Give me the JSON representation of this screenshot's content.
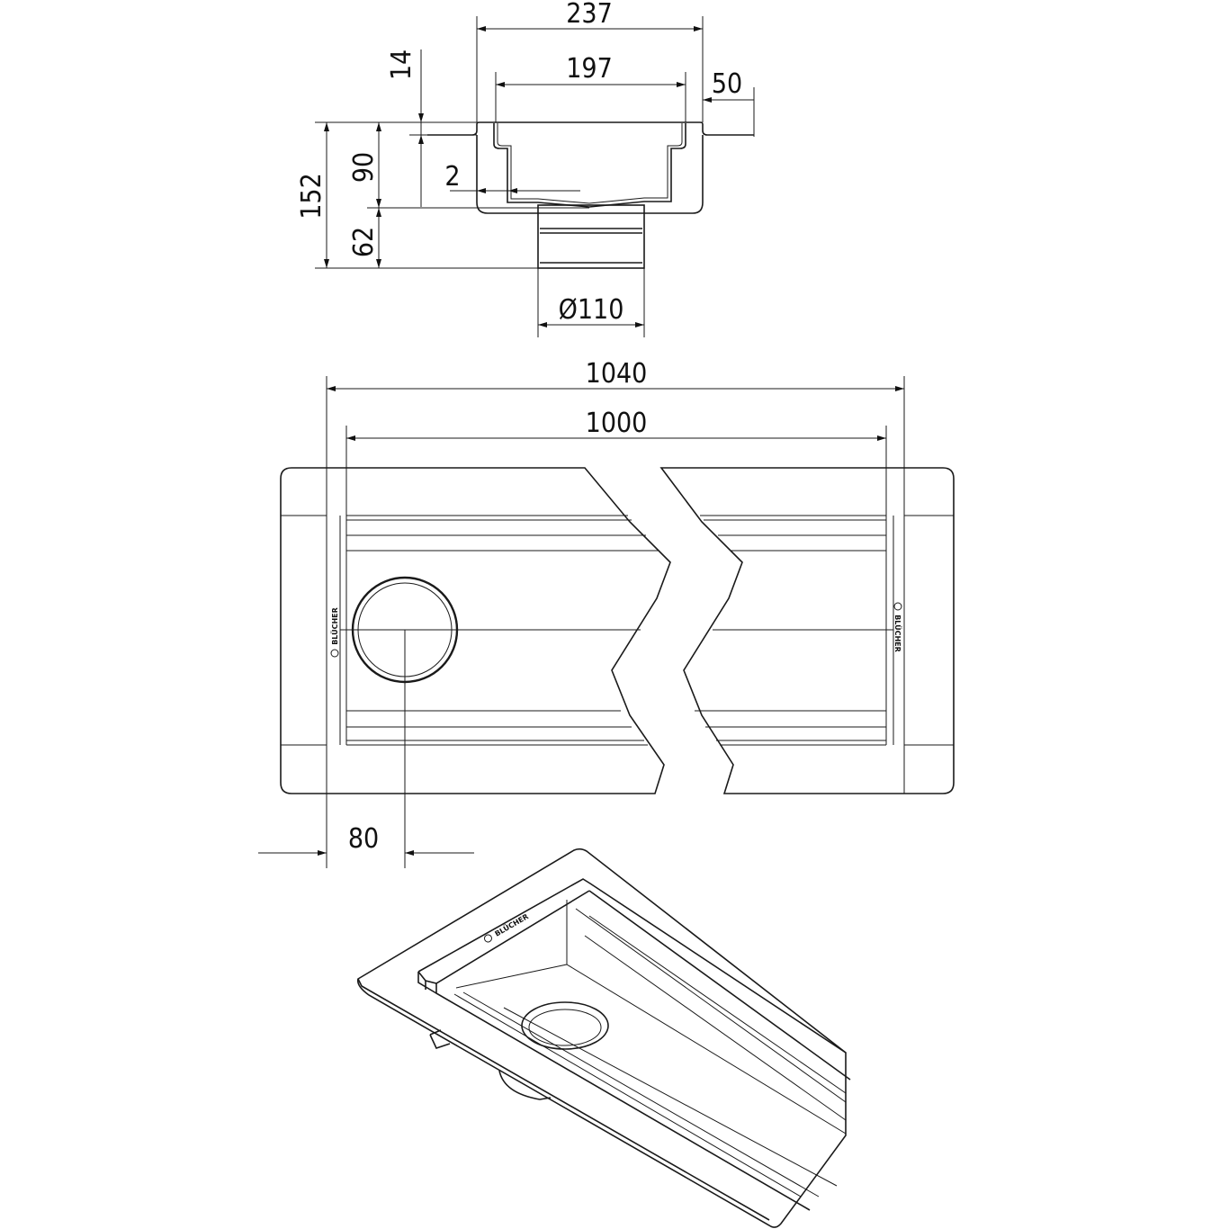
{
  "drawing": {
    "title": "Linear shower drain channel technical drawing",
    "brand_logo": "BLÜCHER",
    "line_color": "#1a1a1a",
    "section_view": {
      "overall_width": "237",
      "inner_width": "197",
      "flange_width": "50",
      "flange_height": "14",
      "total_height": "152",
      "channel_height": "90",
      "outlet_height": "62",
      "slope": "2",
      "outlet_diameter": "Ø110"
    },
    "plan_view": {
      "overall_length": "1040",
      "inner_length": "1000",
      "outlet_offset": "80"
    }
  }
}
